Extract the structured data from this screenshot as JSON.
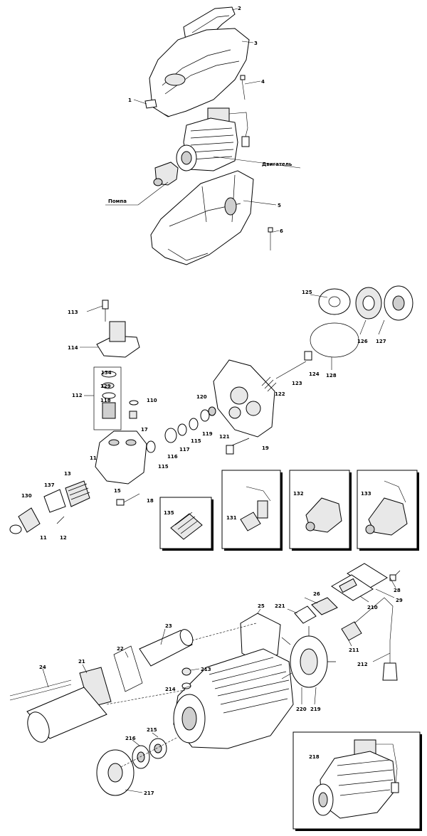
{
  "labels": {
    "l1": "1",
    "l2": "2",
    "l3": "3",
    "l4": "4",
    "l5": "5",
    "l6": "6",
    "motor": "Двигатель",
    "pump": "Помпа",
    "l113": "113",
    "l114": "114",
    "l112": "112",
    "l134": "134",
    "l129": "129",
    "l118": "118",
    "l110": "110",
    "l17": "17",
    "l11": "11",
    "l13": "13",
    "l137": "137",
    "l15": "15",
    "l130": "130",
    "l11b": "11",
    "l12": "12",
    "l18": "18",
    "l115": "115",
    "l116": "116",
    "l117": "117",
    "l115b": "115",
    "l119": "119",
    "l120": "120",
    "l121": "121",
    "l19": "19",
    "l122": "122",
    "l123": "123",
    "l124": "124",
    "l128": "128",
    "l125": "125",
    "l126": "126",
    "l127": "127",
    "l135": "135",
    "l131": "131",
    "l132": "132",
    "l133": "133",
    "l28": "28",
    "l29": "29",
    "l26": "26",
    "l221": "221",
    "l210": "210",
    "l25": "25",
    "l23": "23",
    "l22": "22",
    "l211": "211",
    "l212": "212",
    "l24": "24",
    "l21": "21",
    "l213": "213",
    "l214": "214",
    "l220": "220",
    "l219": "219",
    "l215": "215",
    "l216": "216",
    "l217": "217",
    "l218": "218"
  }
}
